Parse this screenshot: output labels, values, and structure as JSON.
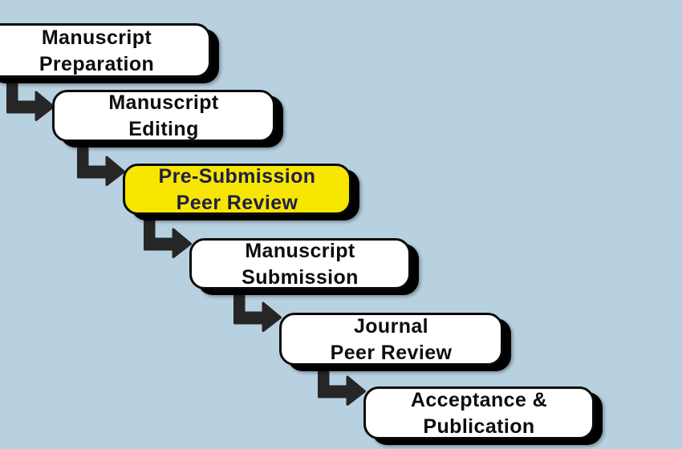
{
  "colors": {
    "background": "#b8d1e0",
    "box-fill": "#ffffff",
    "box-border": "#0a0a0a",
    "box-shadow": "#000000",
    "highlight-fill": "#f7e600",
    "highlight-text": "#1e1e48",
    "text": "#0d0d0d",
    "arrow": "#262626"
  },
  "flowchart": {
    "steps": [
      {
        "lines": [
          "Manuscript",
          "Preparation"
        ],
        "highlighted": false
      },
      {
        "lines": [
          "Manuscript",
          "Editing"
        ],
        "highlighted": false
      },
      {
        "lines": [
          "Pre-Submission",
          "Peer Review"
        ],
        "highlighted": true
      },
      {
        "lines": [
          "Manuscript",
          "Submission"
        ],
        "highlighted": false
      },
      {
        "lines": [
          "Journal",
          "Peer Review"
        ],
        "highlighted": false
      },
      {
        "lines": [
          "Acceptance &",
          "Publication"
        ],
        "highlighted": false
      }
    ]
  }
}
